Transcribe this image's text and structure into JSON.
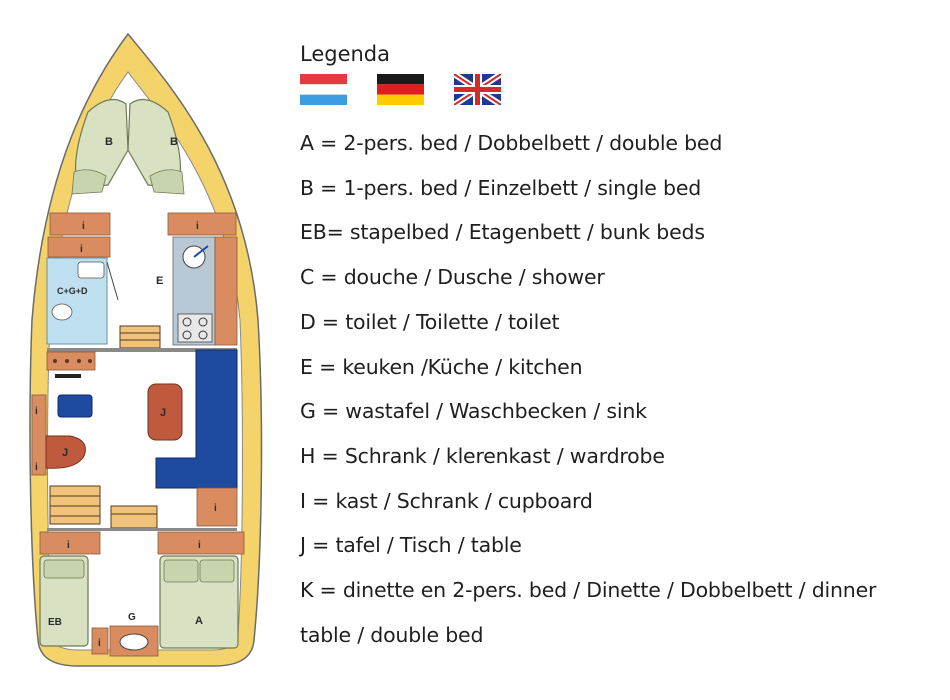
{
  "legend": {
    "title": "Legenda",
    "flags": [
      {
        "country": "Netherlands",
        "icon": "netherlands-flag-icon",
        "colors": [
          "#e33a3f",
          "#ffffff",
          "#3e9ce0"
        ]
      },
      {
        "country": "Germany",
        "icon": "germany-flag-icon",
        "colors": [
          "#1a1a1a",
          "#dd1f1f",
          "#ffcc00"
        ]
      },
      {
        "country": "United Kingdom",
        "icon": "uk-flag-icon",
        "colors": [
          "#1d3a8f",
          "#ffffff",
          "#d42a2a"
        ]
      }
    ],
    "entries": [
      "A = 2-pers. bed / Dobbelbett / double bed",
      "B = 1-pers. bed / Einzelbett / single bed",
      "EB= stapelbed / Etagenbett / bunk beds",
      "C = douche / Dusche / shower",
      "D = toilet / Toilette / toilet",
      "E = keuken /Küche / kitchen",
      "G = wastafel / Waschbecken / sink",
      "H = Schrank / klerenkast / wardrobe",
      "I = kast / Schrank / cupboard",
      "J = tafel / Tisch / table",
      "K = dinette en 2-pers. bed / Dinette / Dobbelbett / dinner",
      "table / double bed"
    ]
  },
  "plan": {
    "labels": {
      "bed_b": "B",
      "cupboard": "i",
      "bathroom": "C+G+D",
      "kitchen": "E",
      "table": "J",
      "sink": "G",
      "bunk": "EB",
      "double_bed": "A"
    },
    "colors": {
      "hull_outline": "#6b6b6b",
      "deck": "#f3d36a",
      "wood": "#d98c5f",
      "wood_dark": "#b8653c",
      "bed": "#d8e2c2",
      "bed_edge": "#6f7a55",
      "bath_floor": "#bfe0f0",
      "sofa": "#1e4aa0",
      "table": "#c05a3f"
    }
  }
}
